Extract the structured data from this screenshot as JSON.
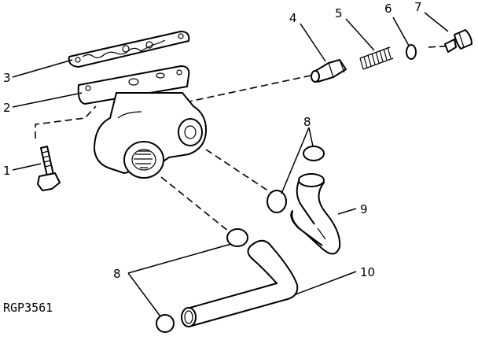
{
  "figure_code": "RGP3561",
  "callouts": {
    "0": "1",
    "2": "2",
    "3": "3",
    "4": "4",
    "5": "5",
    "6": "6",
    "7": "7",
    "8": "8",
    "9": "9",
    "10": "10"
  }
}
